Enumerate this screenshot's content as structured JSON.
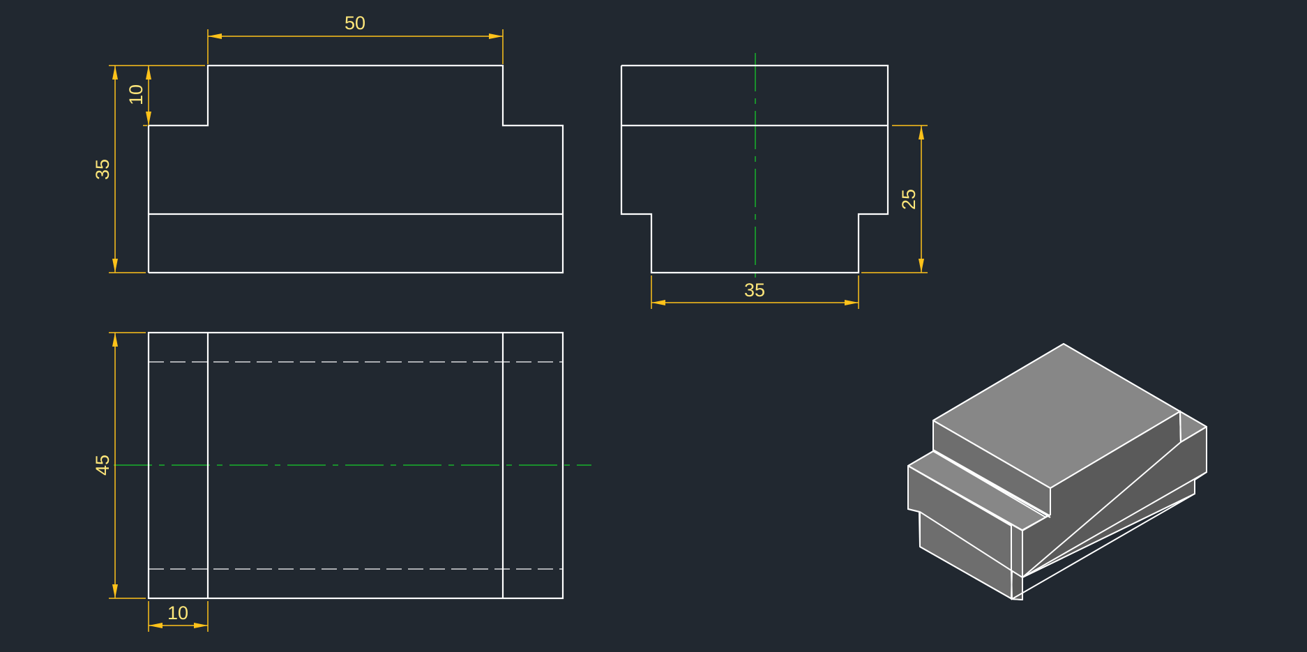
{
  "colors": {
    "background": "#212830",
    "outline": "#ffffff",
    "dimension": "#ffc21a",
    "dimension_text": "#ffe77a",
    "centerline": "#19b32b",
    "iso_top": "#878787",
    "iso_left": "#6e6e6e",
    "iso_right": "#5a5a5a"
  },
  "dimensions": {
    "front_top_width": "50",
    "front_step_height": "10",
    "front_total_height": "35",
    "side_height": "25",
    "side_bottom_width": "35",
    "top_depth": "45",
    "top_step_width": "10"
  }
}
